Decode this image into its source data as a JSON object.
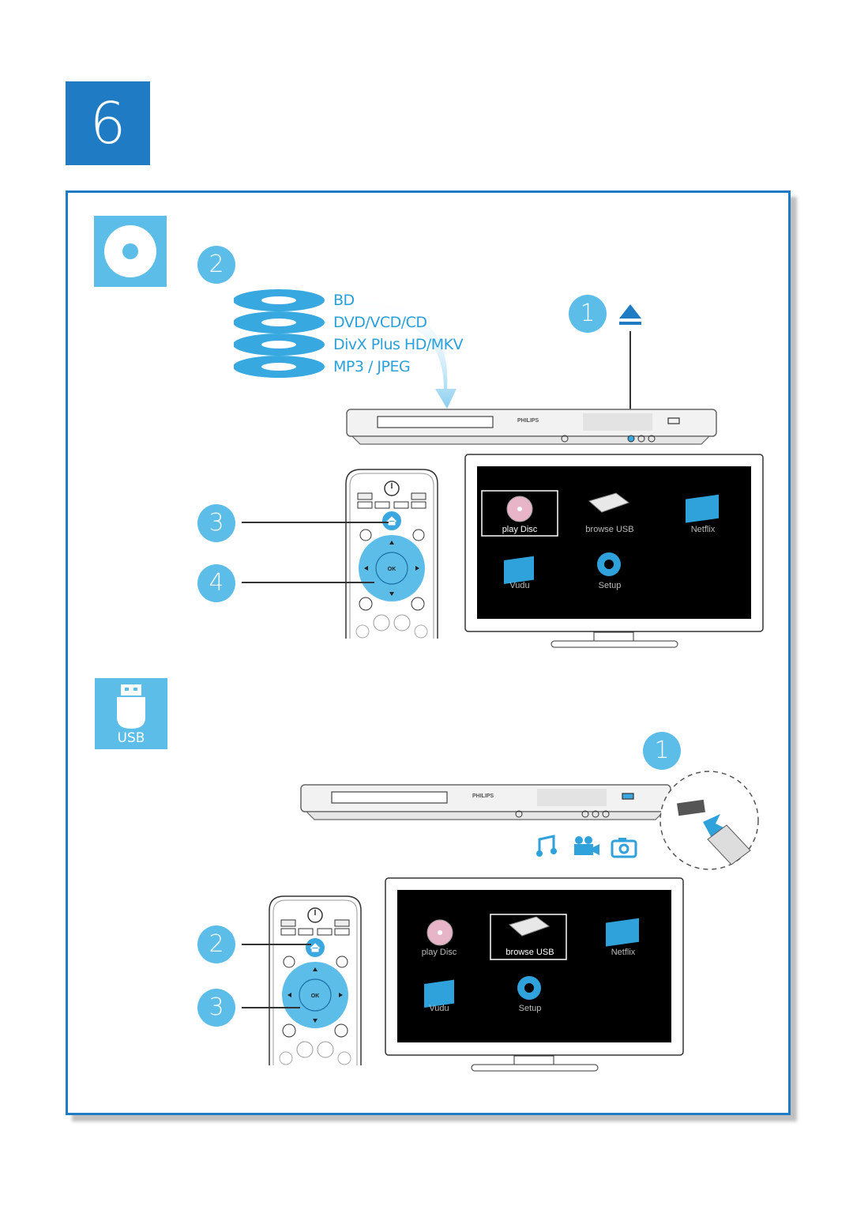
{
  "chapter": {
    "number": "6"
  },
  "disc_section": {
    "icon": "disc-icon",
    "steps": {
      "insert": "2",
      "eject": "1",
      "home": "3",
      "navigate": "4"
    },
    "formats": [
      "BD",
      "DVD/VCD/CD",
      "DivX Plus HD/MKV",
      "MP3 / JPEG"
    ],
    "player_brand": "PHILIPS",
    "eject_icon": "eject-icon"
  },
  "usb_section": {
    "icon_label": "USB",
    "steps": {
      "connect": "1",
      "home": "2",
      "navigate": "3"
    },
    "player_brand": "PHILIPS",
    "media_icons": [
      "music-icon",
      "video-camera-icon",
      "photo-camera-icon"
    ]
  },
  "tv_menu": {
    "items": [
      "play Disc",
      "browse USB",
      "Netflix",
      "Vudu",
      "Setup"
    ]
  },
  "remote": {
    "ok_label": "OK",
    "home_icon": "home-icon",
    "power_icon": "power-icon"
  },
  "colors": {
    "accent": "#1e7bc4",
    "light_accent": "#5bbde8",
    "format_text": "#2aa0db"
  }
}
